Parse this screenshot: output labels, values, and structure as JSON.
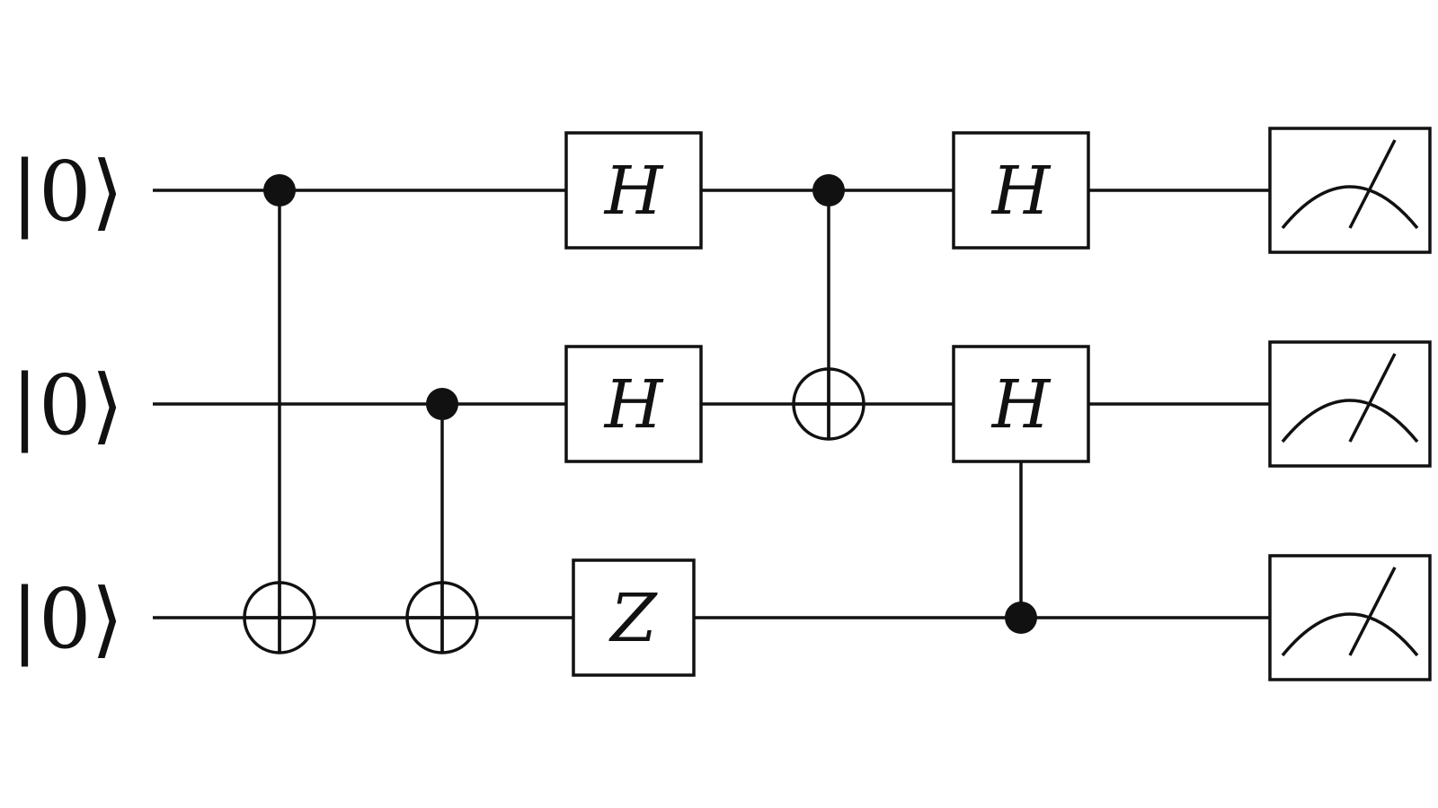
{
  "circuit": {
    "qubits": [
      {
        "label": "|0⟩"
      },
      {
        "label": "|0⟩"
      },
      {
        "label": "|0⟩"
      }
    ],
    "gates": [
      {
        "type": "cnot",
        "step": 1,
        "control": 0,
        "target": 2
      },
      {
        "type": "cnot",
        "step": 2,
        "control": 1,
        "target": 2
      },
      {
        "type": "single",
        "step": 3,
        "qubit": 0,
        "label": "H"
      },
      {
        "type": "single",
        "step": 3,
        "qubit": 1,
        "label": "H"
      },
      {
        "type": "single",
        "step": 3,
        "qubit": 2,
        "label": "Z"
      },
      {
        "type": "cnot",
        "step": 4,
        "control": 0,
        "target": 1
      },
      {
        "type": "single",
        "step": 5,
        "qubit": 0,
        "label": "H"
      },
      {
        "type": "controlled-single",
        "step": 5,
        "control": 2,
        "target": 1,
        "label": "H"
      },
      {
        "type": "measure",
        "step": 6,
        "qubit": 0
      },
      {
        "type": "measure",
        "step": 6,
        "qubit": 1
      },
      {
        "type": "measure",
        "step": 6,
        "qubit": 2
      }
    ],
    "colors": {
      "ink": "#111111",
      "background": "#ffffff"
    }
  }
}
